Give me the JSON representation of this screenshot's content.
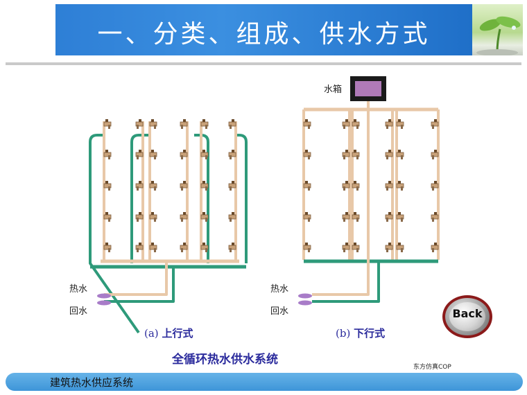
{
  "header": {
    "title": "一、分类、组成、供水方式"
  },
  "diagram_a": {
    "hot_label": "热水",
    "return_label": "回水",
    "caption_letter": "(a)",
    "caption_text": "上行式"
  },
  "diagram_b": {
    "tank_label": "水箱",
    "hot_label": "热水",
    "return_label": "回水",
    "caption_letter": "(b)",
    "caption_text": "下行式"
  },
  "figure_caption": "全循环热水供水系统",
  "credit": "东方仿真COP",
  "back_button": {
    "label": "Back"
  },
  "footer": {
    "text": "建筑热水供应系统"
  },
  "colors": {
    "hot_pipe": "#e8c8a8",
    "return_pipe": "#2e9a7a",
    "title_bar": "#2e7fd6",
    "caption": "#2a2a9c",
    "back_ring": "#8b1a1a"
  }
}
